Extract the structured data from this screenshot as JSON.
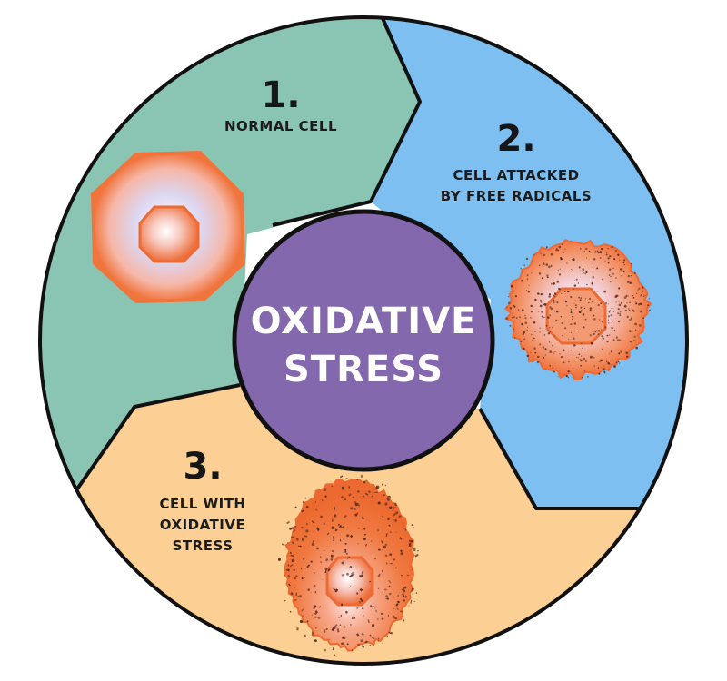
{
  "center": {
    "line1": "OXIDATIVE",
    "line2": "STRESS",
    "color": "#8468ad"
  },
  "stages": [
    {
      "number": "1.",
      "label_lines": [
        "NORMAL CELL"
      ],
      "color": "#8ac4b2"
    },
    {
      "number": "2.",
      "label_lines": [
        "CELL ATTACKED",
        "BY FREE RADICALS"
      ],
      "color": "#7cbff0"
    },
    {
      "number": "3.",
      "label_lines": [
        "CELL WITH",
        "OXIDATIVE",
        "STRESS"
      ],
      "color": "#fccf94"
    }
  ],
  "cell_colors": {
    "membrane": "#f0753d",
    "inner_light": "#dcd6f0",
    "radical_dots": "#5a2b1e"
  }
}
